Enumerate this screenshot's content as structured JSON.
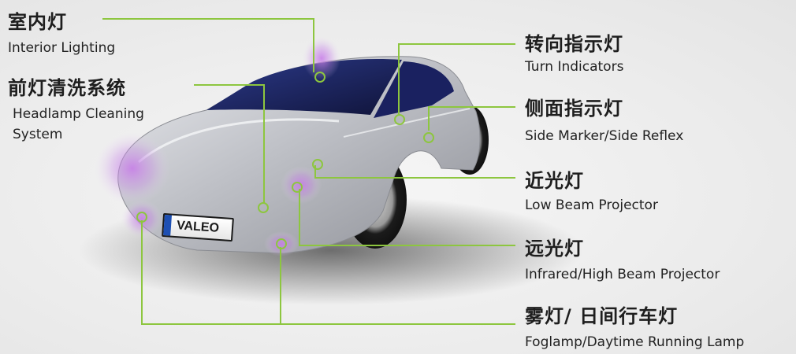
{
  "plate": "VALEO",
  "labels": {
    "interior": {
      "zh": "室内灯",
      "en": "Interior Lighting"
    },
    "headlamp_cleaning": {
      "zh": "前灯清洗系统",
      "en_line1": "Headlamp Cleaning",
      "en_line2": "System"
    },
    "turn": {
      "zh": "转向指示灯",
      "en": "Turn Indicators"
    },
    "side_marker": {
      "zh": "侧面指示灯",
      "en": "Side Marker/Side Reflex"
    },
    "low_beam": {
      "zh": "近光灯",
      "en": "Low Beam Projector"
    },
    "high_beam": {
      "zh": "远光灯",
      "en": "Infrared/High Beam Projector"
    },
    "fog": {
      "zh": "雾灯/ 日间行车灯",
      "en": "Foglamp/Daytime Running Lamp"
    }
  },
  "colors": {
    "leader": "#8dc63f",
    "marker": "#8dc63f",
    "glow": "#b565d9",
    "glass": "#1f2a6e"
  }
}
